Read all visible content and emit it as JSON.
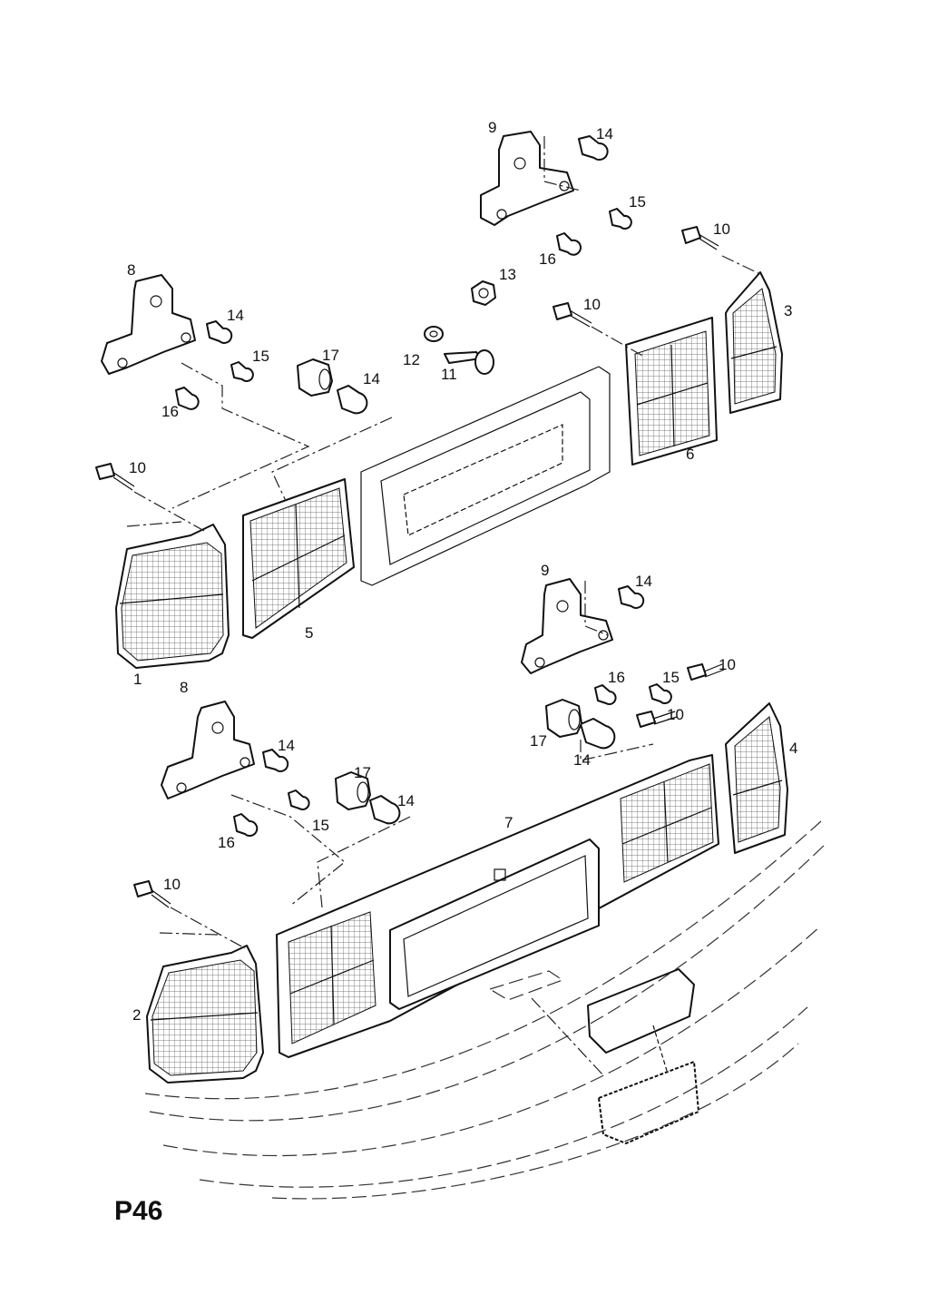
{
  "page_code": "P46",
  "callouts": {
    "c1": "1",
    "c2": "2",
    "c3": "3",
    "c4": "4",
    "c5": "5",
    "c6": "6",
    "c7": "7",
    "c8a": "8",
    "c8b": "8",
    "c9a": "9",
    "c9b": "9",
    "c10a": "10",
    "c10b": "10",
    "c10c": "10",
    "c10d": "10",
    "c10e": "10",
    "c10f": "10",
    "c11": "11",
    "c12": "12",
    "c13": "13",
    "c14a": "14",
    "c14b": "14",
    "c14c": "14",
    "c14d": "14",
    "c14e": "14",
    "c14f": "14",
    "c14g": "14",
    "c15a": "15",
    "c15b": "15",
    "c15c": "15",
    "c15d": "15",
    "c16a": "16",
    "c16b": "16",
    "c16c": "16",
    "c16d": "16",
    "c17a": "17",
    "c17b": "17",
    "c17c": "17"
  }
}
